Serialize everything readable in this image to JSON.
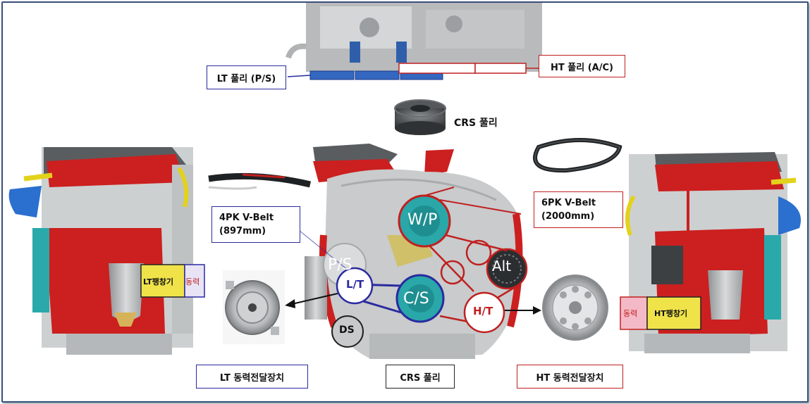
{
  "top": {
    "lt_pulley_label": "LT 풀리 (P/S)",
    "ht_pulley_label": "HT 풀리 (A/C)"
  },
  "crs_pulley_top_label": "CRS 풀리",
  "belt_4pk": {
    "line1": "4PK V-Belt",
    "line2": "(897mm)"
  },
  "belt_6pk": {
    "line1": "6PK V-Belt",
    "line2": "(2000mm)"
  },
  "pulleys": {
    "wp": "W/P",
    "ps": "P/S",
    "lt": "L/T",
    "cs": "C/S",
    "alt": "Alt",
    "ht": "H/T",
    "ds": "DS"
  },
  "left_engine": {
    "tensioner": "LT팽창기",
    "power": "동력"
  },
  "right_engine": {
    "power": "동력",
    "tensioner": "HT팽창기"
  },
  "bottom": {
    "lt_device": "LT 동력전달장치",
    "crs_pulley": "CRS 풀리",
    "ht_device": "HT 동력전달장치"
  },
  "colors": {
    "engine_red": "#cc1f1f",
    "engine_gray": "#c9cbcc",
    "pulley_teal": "#29a7a9",
    "label_blue": "#2a2aa0",
    "label_red": "#c02020",
    "pipe_yellow": "#e3d21a"
  }
}
